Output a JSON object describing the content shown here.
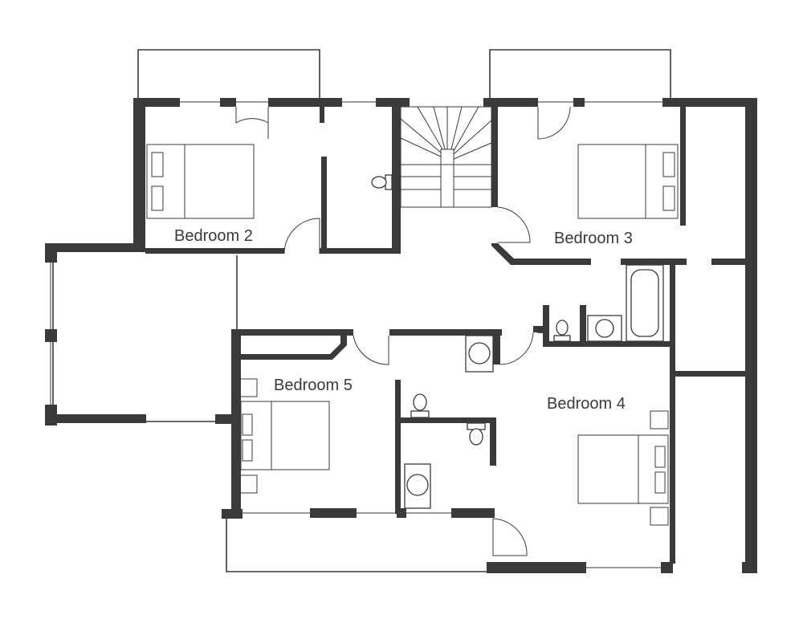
{
  "rooms": {
    "bedroom2": "Bedroom 2",
    "bedroom3": "Bedroom 3",
    "bedroom4": "Bedroom 4",
    "bedroom5": "Bedroom 5"
  },
  "colors": {
    "wall": "#3a3a3a",
    "background": "#ffffff"
  }
}
